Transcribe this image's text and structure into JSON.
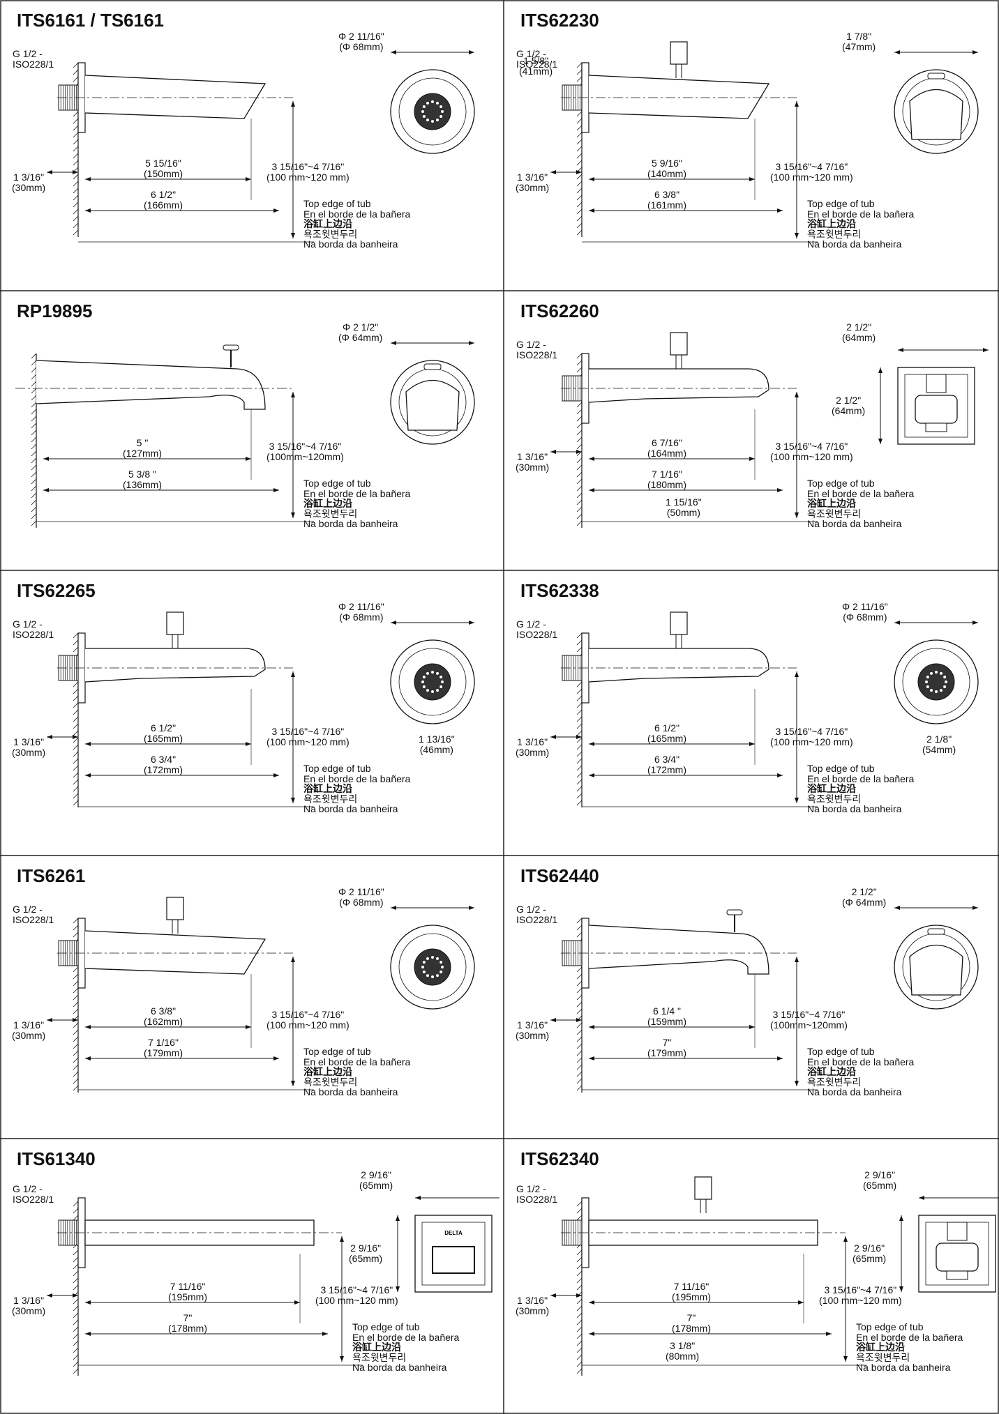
{
  "tub_labels": [
    "Top edge of tub",
    "En el borde de la bañera",
    "浴缸上边沿",
    "욕조윗변두리",
    "Na borda da banheira"
  ],
  "cells": [
    {
      "title": "ITS6161 / TS6161",
      "style": "classic",
      "thread": true,
      "diverter": "none",
      "thread_label": "G 1/2 -\nISO228/1",
      "dia": "Φ 2 11/16\"\n(Φ 68mm)",
      "wall": "1 3/16\"\n(30mm)",
      "d1": "5 15/16\"\n(150mm)",
      "d2": "6 1/2\"\n(166mm)",
      "height": "3 15/16\"~4 7/16\"\n(100 mm~120 mm)",
      "top": null,
      "side": "round"
    },
    {
      "title": "ITS62230",
      "style": "classic",
      "thread": true,
      "diverter": "top",
      "thread_label": "G 1/2 -\nISO228/1",
      "dia": "1 7/8\"\n(47mm)",
      "wall": "1 3/16\"\n(30mm)",
      "d1": "5 9/16\"\n(140mm)",
      "d2": "6 3/8\"\n(161mm)",
      "height": "3 15/16\"~4 7/16\"\n(100 mm~120 mm)",
      "top": "1 5/8\"\n(41mm)",
      "side": "cup"
    },
    {
      "title": "RP19895",
      "style": "curved",
      "thread": false,
      "diverter": "knob",
      "thread_label": null,
      "dia": "Φ 2 1/2\"\n(Φ 64mm)",
      "wall": null,
      "d1": "5 \"\n(127mm)",
      "d2": "5 3/8 \"\n(136mm)",
      "height": "3 15/16\"~4 7/16\"\n(100mm~120mm)",
      "top": null,
      "side": "knob"
    },
    {
      "title": "ITS62260",
      "style": "modern",
      "thread": true,
      "diverter": "top",
      "thread_label": "G 1/2 -\nISO228/1",
      "dia": "2 1/2\"\n(64mm)",
      "wall": "1 3/16\"\n(30mm)",
      "d1": "6 7/16\"\n(164mm)",
      "d2": "7 1/16\"\n(180mm)",
      "height": "3 15/16\"~4 7/16\"\n(100 mm~120 mm)",
      "top": null,
      "side": "square",
      "extra1": "2 1/2\"\n(64mm)",
      "extra2": "1 15/16\"\n(50mm)"
    },
    {
      "title": "ITS62265",
      "style": "modern",
      "thread": true,
      "diverter": "top",
      "thread_label": "G 1/2 -\nISO228/1",
      "dia": "Φ 2 11/16\"\n(Φ 68mm)",
      "wall": "1 3/16\"\n(30mm)",
      "d1": "6 1/2\"\n(165mm)",
      "d2": "6 3/4\"\n(172mm)",
      "height": "3 15/16\"~4 7/16\"\n(100 mm~120 mm)",
      "top": null,
      "side": "round",
      "extra1": "1 13/16\"\n(46mm)"
    },
    {
      "title": "ITS62338",
      "style": "modern",
      "thread": true,
      "diverter": "top",
      "thread_label": "G 1/2 -\nISO228/1",
      "dia": "Φ 2 11/16\"\n(Φ 68mm)",
      "wall": "1 3/16\"\n(30mm)",
      "d1": "6 1/2\"\n(165mm)",
      "d2": "6 3/4\"\n(172mm)",
      "height": "3 15/16\"~4 7/16\"\n(100 mm~120 mm)",
      "top": null,
      "side": "round",
      "extra1": "2 1/8\"\n(54mm)"
    },
    {
      "title": "ITS6261",
      "style": "classic",
      "thread": true,
      "diverter": "top",
      "thread_label": "G 1/2 -\nISO228/1",
      "dia": "Φ 2 11/16\"\n(Φ 68mm)",
      "wall": "1 3/16\"\n(30mm)",
      "d1": "6 3/8\"\n(162mm)",
      "d2": "7 1/16\"\n(179mm)",
      "height": "3 15/16\"~4 7/16\"\n(100 mm~120 mm)",
      "top": null,
      "side": "round"
    },
    {
      "title": "ITS62440",
      "style": "curved",
      "thread": true,
      "diverter": "knob",
      "thread_label": "G 1/2 -\nISO228/1",
      "dia": "2 1/2\"\n(Φ 64mm)",
      "wall": "1 3/16\"\n(30mm)",
      "d1": "6 1/4 \"\n(159mm)",
      "d2": "7\"\n(179mm)",
      "height": "3 15/16\"~4 7/16\"\n(100mm~120mm)",
      "top": null,
      "side": "knob"
    },
    {
      "title": "ITS61340",
      "style": "rect",
      "thread": true,
      "diverter": "none",
      "thread_label": "G 1/2 -\nISO228/1",
      "dia": "2 9/16\"\n(65mm)",
      "wall": "1 3/16\"\n(30mm)",
      "d1": "7 11/16\"\n(195mm)",
      "d2": "7\"\n(178mm)",
      "height": "3 15/16\"~4 7/16\"\n(100 mm~120 mm)",
      "top": null,
      "side": "square-delta",
      "extra1": "2 9/16\"\n(65mm)",
      "brand": "DELTA"
    },
    {
      "title": "ITS62340",
      "style": "rect",
      "thread": true,
      "diverter": "top",
      "thread_label": "G 1/2 -\nISO228/1",
      "dia": "2 9/16\"\n(65mm)",
      "wall": "1 3/16\"\n(30mm)",
      "d1": "7 11/16\"\n(195mm)",
      "d2": "7\"\n(178mm)",
      "height": "3 15/16\"~4 7/16\"\n(100 mm~120 mm)",
      "top": null,
      "side": "square",
      "extra1": "2 9/16\"\n(65mm)",
      "extra2": "3 1/8\"\n(80mm)"
    }
  ]
}
